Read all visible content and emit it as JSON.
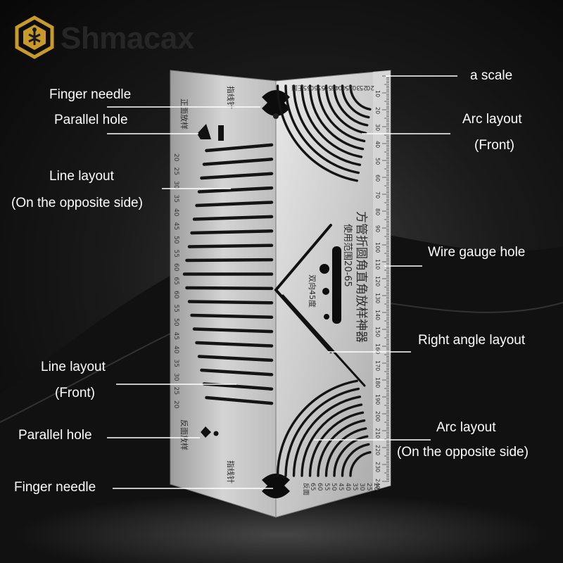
{
  "brand": {
    "name": "Shmacax",
    "logo_icon": "hexagon-circuit-logo-icon",
    "logo_color": "#c89a2a"
  },
  "callouts": {
    "a_scale": "a scale",
    "finger_needle_top": "Finger needle",
    "parallel_hole_top": "Parallel hole",
    "arc_layout_front": "Arc layout",
    "arc_layout_front_note": "(Front)",
    "line_layout_opposite": "Line layout",
    "line_layout_opposite_note": "(On the opposite side)",
    "wire_gauge_hole": "Wire gauge hole",
    "right_angle_layout": "Right angle layout",
    "line_layout_front": "Line layout",
    "line_layout_front_note": "(Front)",
    "arc_layout_opposite": "Arc layout",
    "arc_layout_opposite_note": "(On the opposite side)",
    "parallel_hole_bottom": "Parallel hole",
    "finger_needle_bottom": "Finger needle"
  },
  "tool": {
    "title_vertical": "方管折圆角直角放样神器",
    "range_text": "使用范围20-65",
    "bidirectional_text": "双向45度",
    "top_left_text": "指线针",
    "top_side_text": "正面放样",
    "bottom_side_text": "反面放样",
    "bottom_left_text": "指线针",
    "arc_top_labels": [
      "正面",
      "65",
      "60",
      "55",
      "50",
      "45",
      "40",
      "35",
      "30",
      "25",
      "20"
    ],
    "arc_bottom_labels": [
      "反面",
      "65",
      "60",
      "55",
      "50",
      "45",
      "40",
      "35",
      "30",
      "25",
      "20"
    ],
    "line_labels": [
      "20",
      "25",
      "30",
      "35",
      "40",
      "45",
      "50",
      "55",
      "60",
      "65",
      "60",
      "55",
      "50",
      "45",
      "40",
      "35",
      "30",
      "25",
      "20"
    ],
    "scale_labels": [
      "10",
      "20",
      "30",
      "40",
      "50",
      "60",
      "70",
      "80",
      "90",
      "100",
      "110",
      "120",
      "130",
      "140",
      "150",
      "160",
      "170",
      "180",
      "190",
      "200",
      "210",
      "220",
      "230",
      "240"
    ]
  }
}
